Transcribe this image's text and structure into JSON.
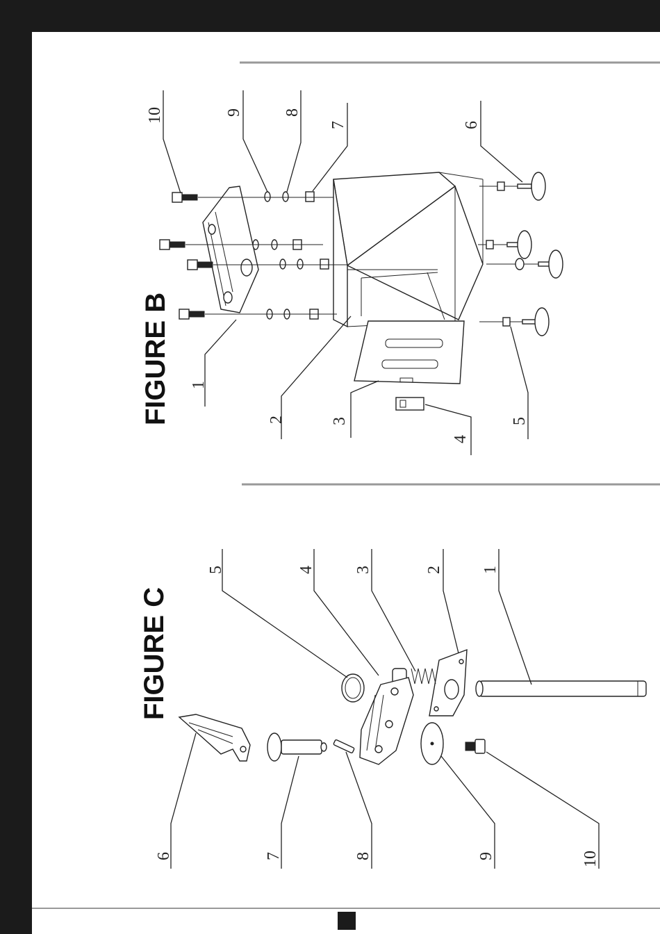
{
  "figure_b": {
    "title": "FIGURE B",
    "callouts": [
      "1",
      "2",
      "3",
      "4",
      "5",
      "6",
      "7",
      "8",
      "9",
      "10"
    ]
  },
  "figure_c": {
    "title": "FIGURE C",
    "callouts": [
      "1",
      "2",
      "3",
      "4",
      "5",
      "6",
      "7",
      "8",
      "9",
      "10"
    ]
  },
  "colors": {
    "frame": "#1b1b1b",
    "rule": "#999999",
    "ink": "#222222"
  }
}
